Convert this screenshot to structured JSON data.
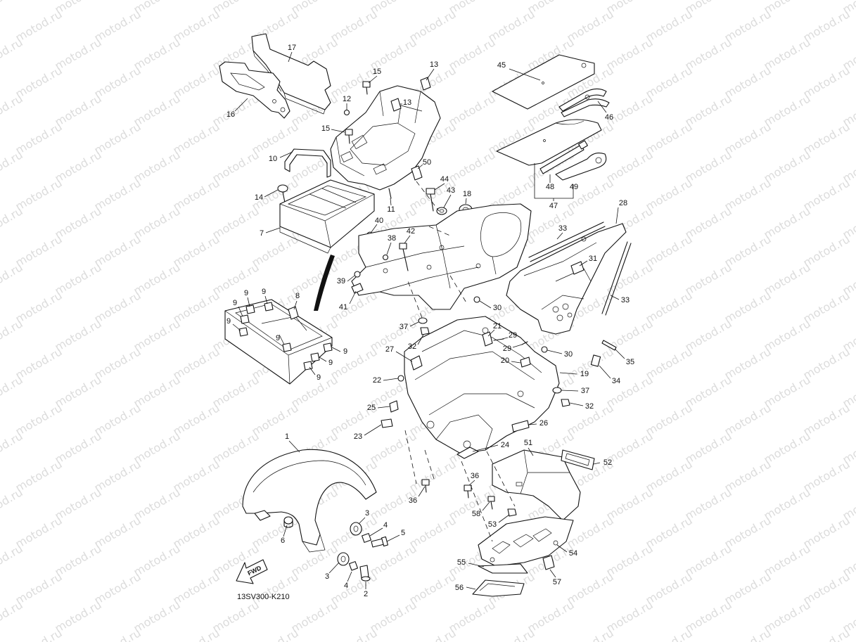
{
  "diagram": {
    "code": "13SV300-K210",
    "fwd_label": "FWD",
    "watermark": "motod.ru",
    "callouts": [
      "17",
      "16",
      "15",
      "13",
      "13",
      "12",
      "15",
      "10",
      "14",
      "7",
      "11",
      "40",
      "50",
      "44",
      "43",
      "18",
      "45",
      "46",
      "48",
      "49",
      "47",
      "28",
      "33",
      "31",
      "33",
      "38",
      "42",
      "39",
      "41",
      "30",
      "37",
      "32",
      "21",
      "29",
      "29",
      "30",
      "35",
      "20",
      "19",
      "34",
      "37",
      "32",
      "27",
      "22",
      "25",
      "23",
      "26",
      "24",
      "51",
      "52",
      "36",
      "36",
      "58",
      "53",
      "54",
      "57",
      "55",
      "56",
      "1",
      "3",
      "4",
      "5",
      "6",
      "3",
      "4",
      "2",
      "8",
      "9",
      "9",
      "9",
      "9",
      "9",
      "9",
      "9",
      "9"
    ]
  }
}
